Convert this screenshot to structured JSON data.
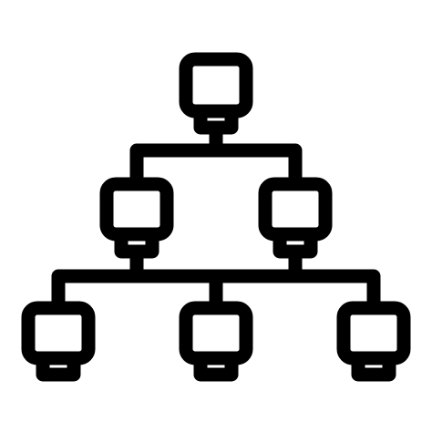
{
  "icon": {
    "name": "network-hierarchy-icon",
    "stroke_color": "#000000",
    "background_color": "#ffffff"
  },
  "nodes": [
    {
      "id": "root",
      "level": 0
    },
    {
      "id": "mid-left",
      "level": 1
    },
    {
      "id": "mid-right",
      "level": 1
    },
    {
      "id": "leaf-left",
      "level": 2
    },
    {
      "id": "leaf-center",
      "level": 2
    },
    {
      "id": "leaf-right",
      "level": 2
    }
  ]
}
